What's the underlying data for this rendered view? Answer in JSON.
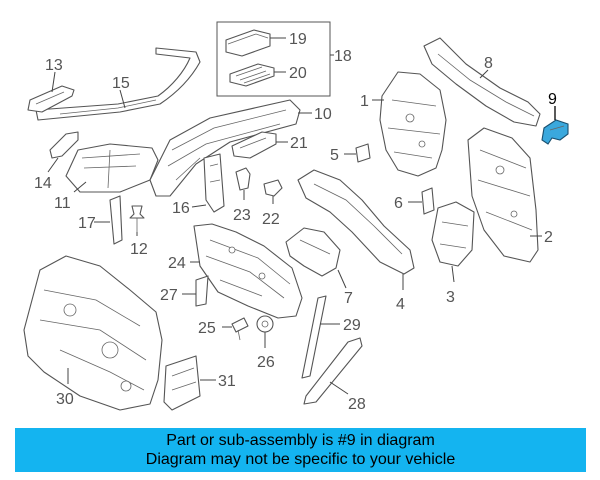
{
  "diagram": {
    "callouts": [
      "1",
      "2",
      "3",
      "4",
      "5",
      "6",
      "7",
      "8",
      "9",
      "10",
      "11",
      "12",
      "13",
      "14",
      "15",
      "16",
      "17",
      "18",
      "19",
      "20",
      "21",
      "22",
      "23",
      "24",
      "25",
      "26",
      "27",
      "28",
      "29",
      "30",
      "31"
    ],
    "highlighted_part": "9",
    "highlight_color": "#3aa8dd",
    "line_color": "#555555"
  },
  "banner": {
    "line1": "Part or sub-assembly is #9 in diagram",
    "line2": "Diagram may not be specific to your vehicle",
    "background": "#14b4f0"
  }
}
